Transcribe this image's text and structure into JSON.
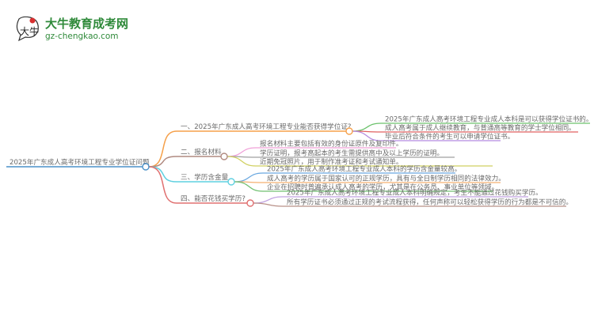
{
  "logo": {
    "name": "大牛教育成考网",
    "url": "gz-chengkao.com",
    "mark": "大牛"
  },
  "root": {
    "label": "2025年广东成人高考环境工程专业学位证问题",
    "color": "#4a90c8"
  },
  "branches": [
    {
      "label": "一、2025年广东成人高考环境工程专业能否获得学位证?",
      "color": "#f5a04a",
      "leaves": [
        {
          "text": "2025年广东成人高考环境工程专业成人本科是可以获得学位证书的。",
          "color": "#6cc26c"
        },
        {
          "text": "成人高考属于成人继续教育，与普通高等教育的学士学位相同。",
          "color": "#e06060"
        },
        {
          "text": "毕业后符合条件的考生可以申请学位证书。",
          "color": "#b58be0"
        }
      ]
    },
    {
      "label": "二、报名材料",
      "color": "#b08a80",
      "leaves": [
        {
          "text": "报名材料主要包括有效的身份证原件及复印件。",
          "color": "#f0a0d8"
        },
        {
          "text": "学历证明，报考高起本的考生需提供高中及以上学历的证明。",
          "color": "#a0a0a0"
        },
        {
          "text": "近期免冠照片，用于制作准考证和考试通知单。",
          "color": "#d0d060"
        }
      ]
    },
    {
      "label": "三、学历含金量",
      "color": "#5fd0e0",
      "leaves": [
        {
          "text": "2025年广东成人高考环境工程专业成人本科的学历含金量较高。",
          "color": "#6aa8e0"
        },
        {
          "text": "成人高考的学历属于国家认可的正规学历，具有与全日制学历相同的法律效力。",
          "color": "#f5b070"
        },
        {
          "text": "企业在招聘时普遍承认成人高考的学历，尤其是在公务员、事业单位等领域。",
          "color": "#70c070"
        }
      ]
    },
    {
      "label": "四、能否花钱买学历?",
      "color": "#e07070",
      "leaves": [
        {
          "text": "2025年广东成人高考环境工程专业成人本科明确规定，考生不能通过花钱购买学历。",
          "color": "#c0a0e0"
        },
        {
          "text": "所有学历证书必须通过正规的考试流程获得，任何声称可以轻松获得学历的行为都是不可信的。",
          "color": "#b89088"
        }
      ]
    }
  ]
}
